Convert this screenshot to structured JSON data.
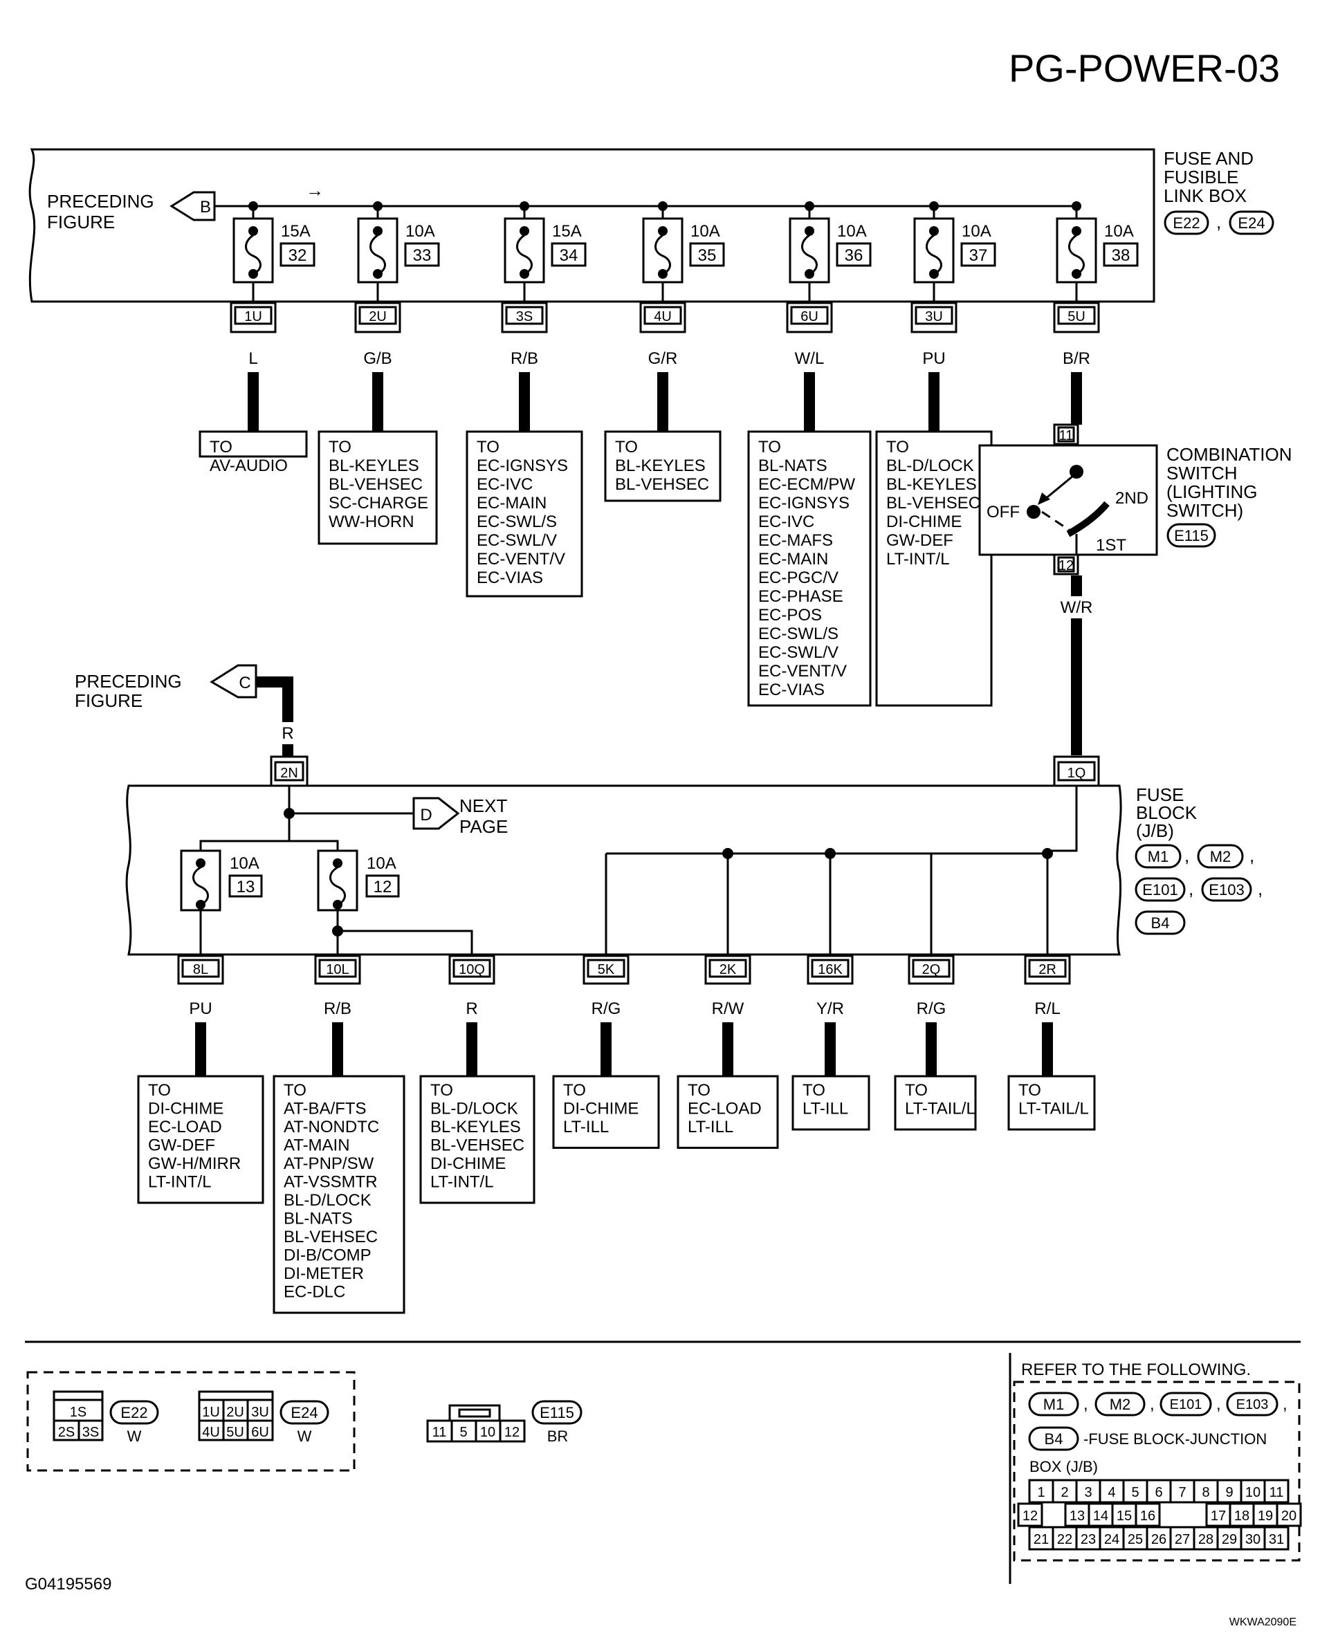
{
  "page_title": "PG-POWER-03",
  "footer_left": "G04195569",
  "footer_right": "WKWA2090E",
  "fusible_link_box": {
    "label": [
      "FUSE AND",
      "FUSIBLE",
      "LINK BOX"
    ],
    "connectors": [
      "E22",
      "E24"
    ],
    "preceding_label": [
      "PRECEDING",
      "FIGURE"
    ],
    "preceding_flag": "B",
    "fuses": [
      {
        "amp": "15A",
        "num": "32",
        "terminal": "1U",
        "wire": "L",
        "to": [
          "TO",
          "AV-AUDIO"
        ]
      },
      {
        "amp": "10A",
        "num": "33",
        "terminal": "2U",
        "wire": "G/B",
        "to": [
          "TO",
          "BL-KEYLES",
          "BL-VEHSEC",
          "SC-CHARGE",
          "WW-HORN"
        ]
      },
      {
        "amp": "15A",
        "num": "34",
        "terminal": "3S",
        "wire": "R/B",
        "to": [
          "TO",
          "EC-IGNSYS",
          "EC-IVC",
          "EC-MAIN",
          "EC-SWL/S",
          "EC-SWL/V",
          "EC-VENT/V",
          "EC-VIAS"
        ]
      },
      {
        "amp": "10A",
        "num": "35",
        "terminal": "4U",
        "wire": "G/R",
        "to": [
          "TO",
          "BL-KEYLES",
          "BL-VEHSEC"
        ]
      },
      {
        "amp": "10A",
        "num": "36",
        "terminal": "6U",
        "wire": "W/L",
        "to": [
          "TO",
          "BL-NATS",
          "EC-ECM/PW",
          "EC-IGNSYS",
          "EC-IVC",
          "EC-MAFS",
          "EC-MAIN",
          "EC-PGC/V",
          "EC-PHASE",
          "EC-POS",
          "EC-SWL/S",
          "EC-SWL/V",
          "EC-VENT/V",
          "EC-VIAS"
        ]
      },
      {
        "amp": "10A",
        "num": "37",
        "terminal": "3U",
        "wire": "PU",
        "to": [
          "TO",
          "BL-D/LOCK",
          "BL-KEYLES",
          "BL-VEHSEC",
          "DI-CHIME",
          "GW-DEF",
          "LT-INT/L"
        ]
      },
      {
        "amp": "10A",
        "num": "38",
        "terminal": "5U",
        "wire": "B/R",
        "to": []
      }
    ]
  },
  "combination_switch": {
    "label": [
      "COMBINATION",
      "SWITCH",
      "(LIGHTING",
      "SWITCH)"
    ],
    "connector": "E115",
    "pin_in": "11",
    "pin_out": "12",
    "positions": [
      "OFF",
      "2ND",
      "1ST"
    ],
    "wire_out": "W/R"
  },
  "fuse_block": {
    "label": [
      "FUSE",
      "BLOCK",
      "(J/B)"
    ],
    "connectors": [
      "M1",
      "M2",
      "E101",
      "E103",
      "B4"
    ],
    "input_terminal": "1Q",
    "c_terminal": "2N",
    "c_wire": "R",
    "preceding_label": [
      "PRECEDING",
      "FIGURE"
    ],
    "preceding_flag": "C",
    "next_label": [
      "NEXT",
      "PAGE"
    ],
    "next_flag": "D",
    "fuses": [
      {
        "amp": "10A",
        "num": "13"
      },
      {
        "amp": "10A",
        "num": "12"
      }
    ],
    "outputs": [
      {
        "terminal": "8L",
        "wire": "PU",
        "to": [
          "TO",
          "DI-CHIME",
          "EC-LOAD",
          "GW-DEF",
          "GW-H/MIRR",
          "LT-INT/L"
        ]
      },
      {
        "terminal": "10L",
        "wire": "R/B",
        "to": [
          "TO",
          "AT-BA/FTS",
          "AT-NONDTC",
          "AT-MAIN",
          "AT-PNP/SW",
          "AT-VSSMTR",
          "BL-D/LOCK",
          "BL-NATS",
          "BL-VEHSEC",
          "DI-B/COMP",
          "DI-METER",
          "EC-DLC"
        ]
      },
      {
        "terminal": "10Q",
        "wire": "R",
        "to": [
          "TO",
          "BL-D/LOCK",
          "BL-KEYLES",
          "BL-VEHSEC",
          "DI-CHIME",
          "LT-INT/L"
        ]
      },
      {
        "terminal": "5K",
        "wire": "R/G",
        "to": [
          "TO",
          "DI-CHIME",
          "LT-ILL"
        ]
      },
      {
        "terminal": "2K",
        "wire": "R/W",
        "to": [
          "TO",
          "EC-LOAD",
          "LT-ILL"
        ]
      },
      {
        "terminal": "16K",
        "wire": "Y/R",
        "to": [
          "TO",
          "LT-ILL"
        ]
      },
      {
        "terminal": "2Q",
        "wire": "R/G",
        "to": [
          "TO",
          "LT-TAIL/L"
        ]
      },
      {
        "terminal": "2R",
        "wire": "R/L",
        "to": [
          "TO",
          "LT-TAIL/L"
        ]
      }
    ]
  },
  "connector_views": {
    "e22": {
      "id": "E22",
      "color": "W",
      "top": [
        "1S"
      ],
      "bottom": [
        "2S",
        "3S"
      ]
    },
    "e24": {
      "id": "E24",
      "color": "W",
      "top": [
        "1U",
        "2U",
        "3U"
      ],
      "bottom": [
        "4U",
        "5U",
        "6U"
      ]
    },
    "e115": {
      "id": "E115",
      "color": "BR",
      "pins": [
        "11",
        "5",
        "10",
        "12"
      ]
    }
  },
  "reference": {
    "heading": "REFER TO THE FOLLOWING.",
    "connectors": [
      "M1",
      "M2",
      "E101",
      "E103",
      "B4"
    ],
    "suffix": "-FUSE BLOCK-JUNCTION",
    "suffix2": "BOX (J/B)",
    "grid_rows": [
      [
        "1",
        "2",
        "3",
        "4",
        "5",
        "6",
        "7",
        "8",
        "9",
        "10",
        "11"
      ],
      [
        "12",
        "",
        "13",
        "14",
        "15",
        "16",
        "",
        "",
        "17",
        "18",
        "19",
        "20"
      ],
      [
        "21",
        "22",
        "23",
        "24",
        "25",
        "26",
        "27",
        "28",
        "29",
        "30",
        "31"
      ]
    ]
  }
}
